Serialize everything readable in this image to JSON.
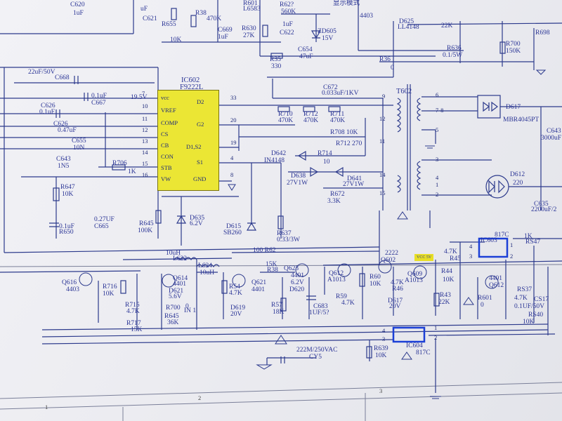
{
  "ic": {
    "ref": "IC602",
    "part": "F9222L",
    "left_pins": [
      {
        "name": "vcc",
        "num": "7"
      },
      {
        "name": "VREF",
        "num": "10"
      },
      {
        "name": "COMP",
        "num": "11"
      },
      {
        "name": "CS",
        "num": "12"
      },
      {
        "name": "CB",
        "num": "13"
      },
      {
        "name": "CON",
        "num": "14"
      },
      {
        "name": "STB",
        "num": "15"
      },
      {
        "name": "VW",
        "num": "16"
      }
    ],
    "right_pins": [
      {
        "name": "D2",
        "num": "33"
      },
      {
        "name": "G2",
        "num": "20"
      },
      {
        "name": "D1,S2",
        "num": "19"
      },
      {
        "name": "S1",
        "num": "4"
      },
      {
        "name": "GND",
        "num": "8"
      }
    ]
  },
  "labels": {
    "c620": "C620",
    "c620v": "1uF",
    "uf": "uF",
    "c621": "C621",
    "r655": "R655",
    "r655v": "10K",
    "r38": "R38",
    "r38v": "470K",
    "c669": "C669",
    "c669v": "1uF",
    "r601": "R601",
    "l6583": "L6583",
    "r630": "R630",
    "r630v": "27K",
    "r62x": "R62?",
    "r62xv": "560K",
    "c622v": "1uF",
    "c622": "C622",
    "zd605": "ZD605",
    "zd605v": "15V",
    "c654": "C654",
    "c654v": "47uF",
    "r35": "R35",
    "r35v": "330",
    "mode": "显示模式",
    "n4403": "4403",
    "r36": "R36",
    "r36v": "0",
    "d625": "D625",
    "d625v": "LL4148",
    "k22": "22K",
    "r636": "R636",
    "r636v": "0.1/5W",
    "r700": "R700",
    "r700v": "150K",
    "r698": "R698",
    "c668v": "22uF/50V",
    "c668": "C668",
    "c667v": "0.1uF",
    "c667": "C667",
    "v195": "19.5V",
    "c626": "C626",
    "c626v": "0.1uF",
    "c626b": "C626",
    "c626bv": "0.47uF",
    "c655": "C655",
    "c655v": "10N",
    "c643": "C643",
    "c643v": "1N5",
    "r706": "R706",
    "r706v": "1K",
    "c672": "C672",
    "c672v": "0.033uF/1KV",
    "r710": "R710",
    "r710v": "470K",
    "r712": "R712",
    "r712v": "470K",
    "r711": "R711",
    "r711v": "470K",
    "t602": "T602",
    "r708": "R708 10K",
    "r712b": "R712 270",
    "d642": "D642",
    "d642v": "IN4148",
    "r714": "R714",
    "r714v": "10",
    "d638": "D638",
    "d638v": "27V1W",
    "d641": "D641",
    "d641v": "27V1W",
    "r672": "R672",
    "r672v": "3.3K",
    "d617": "D617",
    "mbr": "MBR4045PT",
    "d612": "D612",
    "d612v": "220",
    "c643r": "C643",
    "c643rv": "3000uF",
    "c635": "C635",
    "c635v": "2200uF/2",
    "r647": "R647",
    "r647v": "10K",
    "c665v": "0.27UF",
    "c665": "C665",
    "c650v": "0.1uF",
    "r650": "R650",
    "r645": "R645",
    "r645v": "100K",
    "d635": "D635",
    "d635v": "6.2V",
    "d615": "D615",
    "d615v": "SB260",
    "r637": "R637",
    "r637v": "0.33/3W",
    "l622v": "10uH",
    "l622": "L622",
    "l624": "L624",
    "l624v": "10uH",
    "r62": "100 R62",
    "k15": "15K",
    "r38b": "R38",
    "q616": "Q616",
    "q616v": "4403",
    "r716": "R716",
    "r716v": "10K",
    "q614": "Q614",
    "q614v": "4401",
    "d621": "D621",
    "d621v": "5.6V",
    "r715": "R715",
    "r715v": "4.7K",
    "r700b": "R700",
    "r700bv": "0",
    "in1": "IN 1",
    "r717": "R717",
    "r717v": "15K",
    "r645b": "R645",
    "r645bv": "36K",
    "r54": "R54",
    "r54v": "4.7K",
    "q621": "Q621",
    "q621v": "4401",
    "d619": "D619",
    "d619v": "20V",
    "q623": "Q623",
    "q623v": "4401",
    "v62": "6.2V",
    "d620": "D620",
    "r57": "R57",
    "r57v": "18K",
    "c683": "C683",
    "c683v": "1UF/5?",
    "q612": "Q612",
    "q612v": "A1013",
    "r59": "R59",
    "r59v": "4.7K",
    "r60": "R60",
    "r60v": "10K",
    "q602": "Q602",
    "r2222": "2222",
    "r46v": "4.7K",
    "r46": "R46",
    "q609": "Q609",
    "q609v": "A1013",
    "yvtag": "VCC 5V",
    "d617b": "D617",
    "d617bv": "20V",
    "r45v": "4.7K",
    "r45": "R45",
    "r44": "R44",
    "r44v": "10K",
    "r43": "R43",
    "r43v": "22K",
    "r601b": "R601",
    "r601bv": "0",
    "ic603": "IC603",
    "ic603v": "817C",
    "r547v": "1K",
    "r547": "RS47",
    "q612b": "Q612",
    "q4401": "4401",
    "r537": "RS37",
    "r537v": "4.7K",
    "c517": "CS17",
    "c517v": "0.1UF/50V",
    "r540": "RS40",
    "r540v": "10K",
    "c222": "222M/250VAC",
    "cy5": "CY5",
    "r639": "R639",
    "r639v": "10K",
    "ic604": "IC604",
    "ic604v": "817C",
    "p4": "4",
    "p3": "3",
    "p1": "1",
    "p2": "2",
    "p4b": "4",
    "p3b": "3",
    "p1b": "1",
    "p2b": "2",
    "tp9": "9",
    "tp12": "12",
    "tp11": "11",
    "tp14": "14",
    "tp15": "15",
    "tp6": "6",
    "tp78": "7-8",
    "tp5": "5",
    "tp3": "3",
    "tp4": "4",
    "tp1": "1",
    "tp2": "2",
    "f1": "1",
    "f2": "2",
    "f3": "3"
  }
}
